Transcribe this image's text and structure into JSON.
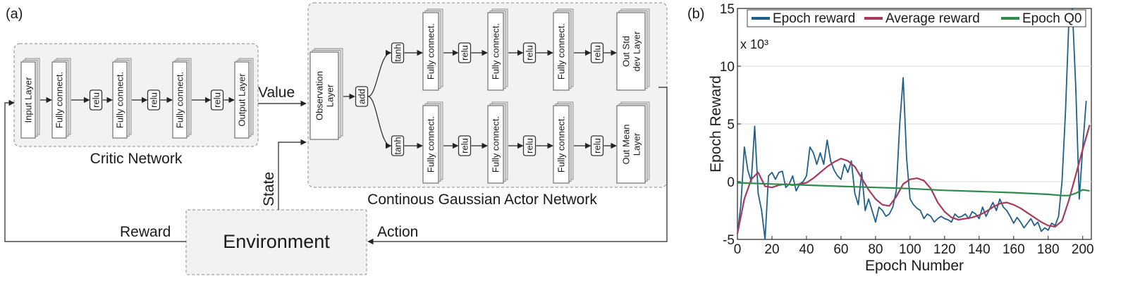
{
  "figure": {
    "panel_a": "(a)",
    "panel_b": "(b)"
  },
  "diagram": {
    "critic": {
      "title": "Critic Network",
      "layers": [
        "Input Layer",
        "Fully connect.",
        "relu",
        "Fully connect.",
        "relu",
        "Fully connect.",
        "relu",
        "Output Layer"
      ]
    },
    "actor": {
      "title": "Continous Gaussian Actor Network",
      "observation": "Observation Layer",
      "add": "add",
      "top_row": [
        "tanh",
        "Fully connect.",
        "relu",
        "Fully connect.",
        "relu",
        "Fully connect.",
        "relu",
        "Out Std dev Layer"
      ],
      "bottom_row": [
        "tanh",
        "Fully connect.",
        "relu",
        "Fully connect.",
        "relu",
        "Fully connect.",
        "relu",
        "Out Mean Layer"
      ]
    },
    "environment": "Environment",
    "edges": {
      "value": "Value",
      "state": "State",
      "reward": "Reward",
      "action": "Action"
    }
  },
  "chart_data": {
    "type": "line",
    "xlabel": "Epoch Number",
    "ylabel": "Epoch Reward",
    "y_multiplier": "x 10³",
    "xlim": [
      0,
      205
    ],
    "ylim": [
      -5,
      15
    ],
    "xticks": [
      0,
      20,
      40,
      60,
      80,
      100,
      120,
      140,
      160,
      180,
      200
    ],
    "yticks": [
      -5,
      0,
      5,
      10,
      15
    ],
    "legend_position": "top",
    "series": [
      {
        "name": "Epoch reward",
        "color": "#1f5f8b",
        "x": [
          0,
          2,
          4,
          6,
          8,
          10,
          12,
          14,
          16,
          18,
          20,
          22,
          24,
          26,
          28,
          30,
          32,
          34,
          36,
          38,
          40,
          42,
          44,
          46,
          48,
          50,
          52,
          54,
          56,
          58,
          60,
          62,
          64,
          66,
          68,
          70,
          72,
          74,
          76,
          78,
          80,
          82,
          84,
          86,
          88,
          90,
          92,
          94,
          96,
          98,
          100,
          102,
          104,
          106,
          108,
          110,
          112,
          114,
          116,
          118,
          120,
          122,
          124,
          126,
          128,
          130,
          132,
          134,
          136,
          138,
          140,
          142,
          144,
          146,
          148,
          150,
          152,
          154,
          156,
          158,
          160,
          162,
          164,
          166,
          168,
          170,
          172,
          174,
          176,
          178,
          180,
          182,
          184,
          186,
          188,
          190,
          192,
          194,
          196,
          198,
          200,
          202
        ],
        "values": [
          -4.5,
          -2,
          3,
          1,
          0,
          4.8,
          -1,
          -2.5,
          -5,
          0.5,
          0.8,
          0.2,
          0.8,
          0.9,
          -0.5,
          -0.2,
          0.5,
          -0.8,
          -0.2,
          0,
          0.5,
          3,
          2.5,
          1.5,
          2.5,
          1.5,
          3.6,
          1.8,
          1,
          0.5,
          0.2,
          1.5,
          0.8,
          1.8,
          -1,
          -2,
          0.8,
          -2.5,
          -1.5,
          -2.5,
          -3.5,
          -2.2,
          -2.5,
          -3,
          -2.8,
          -2.2,
          -0.8,
          5,
          9,
          2,
          -1.5,
          -2,
          -2.3,
          -2.5,
          -3.2,
          -2.8,
          -3,
          -3.5,
          -3.2,
          -3,
          -3.2,
          -3.3,
          -3.5,
          -2.8,
          -3.1,
          -3,
          -2.8,
          -3.2,
          -2.6,
          -2.8,
          -3.2,
          -2.2,
          -3,
          -2.4,
          -1.8,
          -2.5,
          -1.5,
          -2.2,
          -2.5,
          -3,
          -3.6,
          -3.1,
          -3.5,
          -4,
          -3.6,
          -3.2,
          -3.8,
          -3.5,
          -4.3,
          -4,
          -4.2,
          -3.6,
          -3.8,
          -3,
          0,
          6,
          14,
          16,
          8,
          -1.5,
          3,
          7
        ]
      },
      {
        "name": "Average reward",
        "color": "#a63a5e",
        "x": [
          0,
          4,
          8,
          12,
          16,
          20,
          24,
          28,
          32,
          36,
          40,
          44,
          48,
          52,
          56,
          60,
          64,
          68,
          72,
          76,
          80,
          84,
          88,
          92,
          96,
          100,
          104,
          108,
          112,
          116,
          120,
          124,
          128,
          132,
          136,
          140,
          144,
          148,
          152,
          156,
          160,
          164,
          168,
          172,
          176,
          180,
          184,
          188,
          192,
          196,
          200,
          204
        ],
        "values": [
          -4.5,
          -1.5,
          0.2,
          0.8,
          -0.4,
          -0.5,
          -0.3,
          -0.2,
          -0.3,
          -0.2,
          -0.1,
          0.3,
          0.8,
          1.3,
          1.7,
          2,
          1.8,
          1.3,
          0.3,
          -0.7,
          -1.5,
          -2,
          -2.1,
          -1.3,
          -0.2,
          0.2,
          0.3,
          0.1,
          -0.6,
          -1.8,
          -2.6,
          -3.1,
          -3.3,
          -3.2,
          -3.1,
          -2.9,
          -2.6,
          -2.2,
          -1.9,
          -1.8,
          -2,
          -2.3,
          -2.7,
          -3.1,
          -3.5,
          -3.8,
          -3.9,
          -3.4,
          -1.6,
          0.6,
          2.8,
          4.9
        ]
      },
      {
        "name": "Epoch Q0",
        "color": "#2d8b4e",
        "x": [
          0,
          20,
          40,
          60,
          80,
          100,
          120,
          140,
          160,
          180,
          188,
          192,
          196,
          200,
          204
        ],
        "values": [
          -0.1,
          -0.2,
          -0.3,
          -0.4,
          -0.5,
          -0.6,
          -0.75,
          -0.85,
          -0.95,
          -1.1,
          -1.2,
          -1.2,
          -1.0,
          -0.7,
          -0.8
        ]
      }
    ]
  }
}
